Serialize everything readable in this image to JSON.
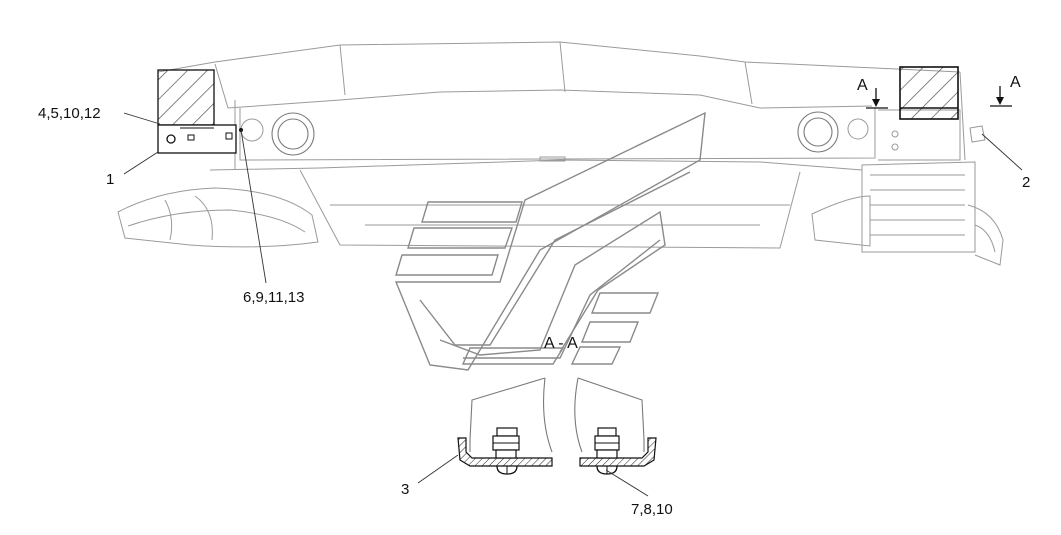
{
  "callouts": {
    "c1": "1",
    "c2": "2",
    "c3": "3",
    "c4": "4,5,10,12",
    "c6": "6,9,11,13",
    "c7": "7,8,10"
  },
  "section": {
    "marker_left": "A",
    "marker_right": "A",
    "title": "A - A"
  },
  "colors": {
    "line": "#9a9a9a",
    "dark": "#111111",
    "background": "#ffffff"
  }
}
